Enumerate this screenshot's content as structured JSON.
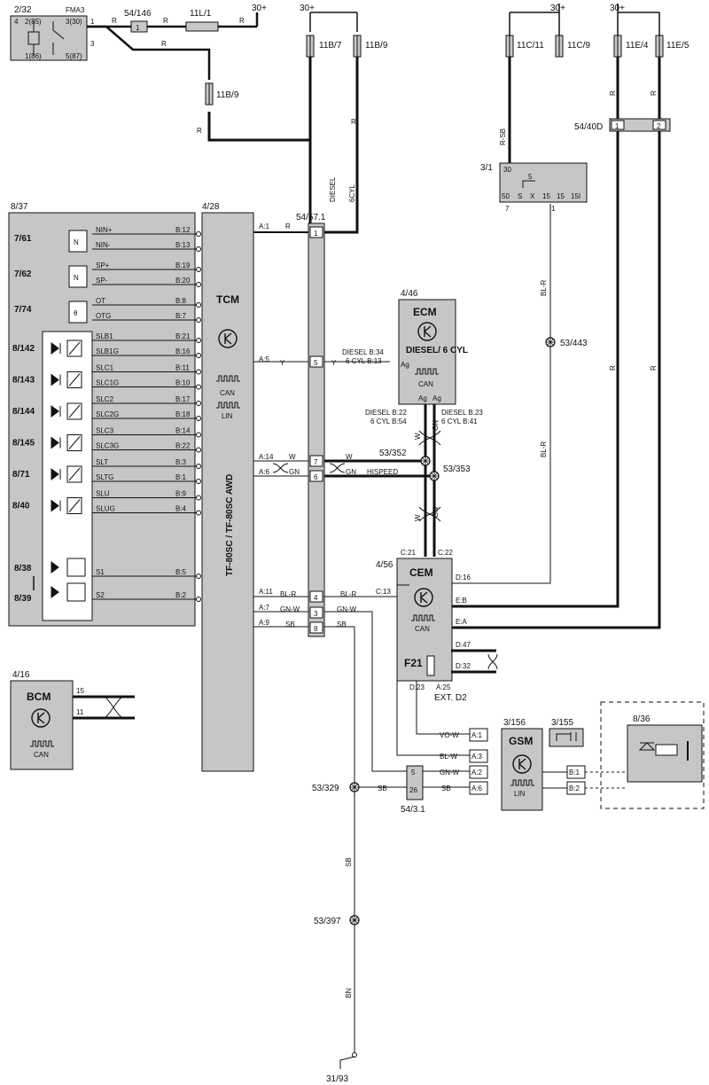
{
  "components": {
    "relay": {
      "id": "2/32",
      "name": "FMA3",
      "pins": [
        "4",
        "2(85)",
        "3(30)",
        "1",
        "1(86)",
        "5(87)",
        "3"
      ]
    },
    "fuse_54_146": {
      "id": "54/146",
      "pin": "1"
    },
    "fuse_11L1": {
      "id": "11L/1"
    },
    "fuse_11B9a": {
      "id": "11B/9"
    },
    "fuse_11B7": {
      "id": "11B/7"
    },
    "fuse_11B9b": {
      "id": "11B/9"
    },
    "fuse_11C11": {
      "id": "11C/11"
    },
    "fuse_11C9": {
      "id": "11C/9"
    },
    "fuse_11E4": {
      "id": "11E/4"
    },
    "fuse_11E5": {
      "id": "11E/5"
    },
    "conn_54_40D": {
      "id": "54/40D",
      "pins": [
        "1",
        "2"
      ]
    },
    "ignition": {
      "id": "3/1",
      "pins": [
        "30",
        "5",
        "50",
        "S",
        "X",
        "15",
        "15",
        "15I"
      ],
      "bottom": [
        "7",
        "1"
      ]
    },
    "splice_53_443": {
      "id": "53/443"
    },
    "gearbox": {
      "id": "8/37"
    },
    "tcm": {
      "id": "4/28",
      "name": "TCM",
      "model": "TF-80SC / TF-80SC AWD",
      "can": "CAN",
      "lin": "LIN"
    },
    "conn_54_57_1": {
      "id": "54/57.1",
      "pins": [
        "1",
        "5",
        "7",
        "6",
        "4",
        "3",
        "8"
      ]
    },
    "ecm": {
      "id": "4/46",
      "name": "ECM",
      "variant": "DIESEL/ 6 CYL",
      "can": "CAN",
      "ag1": "Ag",
      "ag2": "Ag",
      "ag3": "Ag"
    },
    "cem": {
      "id": "4/56",
      "name": "CEM",
      "can": "CAN",
      "fuse": "F21"
    },
    "bcm": {
      "id": "4/16",
      "name": "BCM",
      "can": "CAN",
      "pins": [
        "15",
        "11"
      ]
    },
    "gsm": {
      "id": "3/156",
      "name": "GSM",
      "lin": "LIN",
      "pins": [
        "A:1",
        "A:3",
        "A:2",
        "A:6",
        "B:1",
        "B:2"
      ]
    },
    "sw_3_155": {
      "id": "3/155"
    },
    "relay_8_36": {
      "id": "8/36"
    },
    "conn_54_3_1": {
      "id": "54/3.1",
      "pins": [
        "5",
        "26"
      ]
    },
    "splice_53_329": {
      "id": "53/329"
    },
    "splice_53_397": {
      "id": "53/397"
    },
    "splice_53_352": {
      "id": "53/352"
    },
    "splice_53_353": {
      "id": "53/353"
    },
    "ground": {
      "id": "31/93"
    }
  },
  "sensors": [
    {
      "id": "7/61",
      "pins": [
        "NIN+",
        "NIN-"
      ],
      "tcm": [
        "B:12",
        "B:13"
      ]
    },
    {
      "id": "7/62",
      "pins": [
        "SP+",
        "SP-"
      ],
      "tcm": [
        "B:19",
        "B:20"
      ]
    },
    {
      "id": "7/74",
      "pins": [
        "OT",
        "OTG"
      ],
      "tcm": [
        "B:8",
        "B:7"
      ]
    }
  ],
  "solenoids": [
    {
      "id": "8/142",
      "pins": [
        "SLB1",
        "SLB1G"
      ],
      "tcm": [
        "B:21",
        "B:16"
      ]
    },
    {
      "id": "8/143",
      "pins": [
        "SLC1",
        "SLC1G"
      ],
      "tcm": [
        "B:11",
        "B:10"
      ]
    },
    {
      "id": "8/144",
      "pins": [
        "SLC2",
        "SLC2G"
      ],
      "tcm": [
        "B:17",
        "B:18"
      ]
    },
    {
      "id": "8/145",
      "pins": [
        "SLC3",
        "SLC3G"
      ],
      "tcm": [
        "B:14",
        "B:22"
      ]
    },
    {
      "id": "8/71",
      "pins": [
        "SLT",
        "SLTG"
      ],
      "tcm": [
        "B:3",
        "B:1"
      ]
    },
    {
      "id": "8/40",
      "pins": [
        "SLU",
        "SLUG"
      ],
      "tcm": [
        "B:9",
        "B:4"
      ]
    }
  ],
  "shift_solenoids": {
    "ids": [
      "8/38",
      "8/39"
    ],
    "pins": [
      "S1",
      "S2"
    ],
    "tcm": [
      "B:5",
      "B:2"
    ]
  },
  "supply": {
    "plus30": "30+"
  },
  "wires": {
    "R": "R",
    "RSB": "R-SB",
    "BLR": "BL-R",
    "Y": "Y",
    "W": "W",
    "GN": "GN",
    "GNW": "GN-W",
    "SB": "SB",
    "BN": "BN",
    "VOW": "VO-W",
    "BLW": "BL-W",
    "diesel": "DIESEL",
    "cyl6": "6CYL",
    "hispeed": "HISPEED"
  },
  "tcm_pins": [
    "A:1",
    "A:5",
    "A:14",
    "A:6",
    "A:11",
    "A:7",
    "A:9"
  ],
  "ecm_pins": {
    "b34": "DIESEL B:34",
    "b13": "6 CYL B:13",
    "b22": "DIESEL B:22",
    "b54": "6 CYL B:54",
    "b23": "DIESEL B:23",
    "b41": "6 CYL B:41"
  },
  "cem_pins": [
    "C:21",
    "C:22",
    "D:16",
    "C:13",
    "E:B",
    "E:A",
    "D:47",
    "D:32",
    "D:23",
    "A:25",
    "EXT. D2"
  ]
}
